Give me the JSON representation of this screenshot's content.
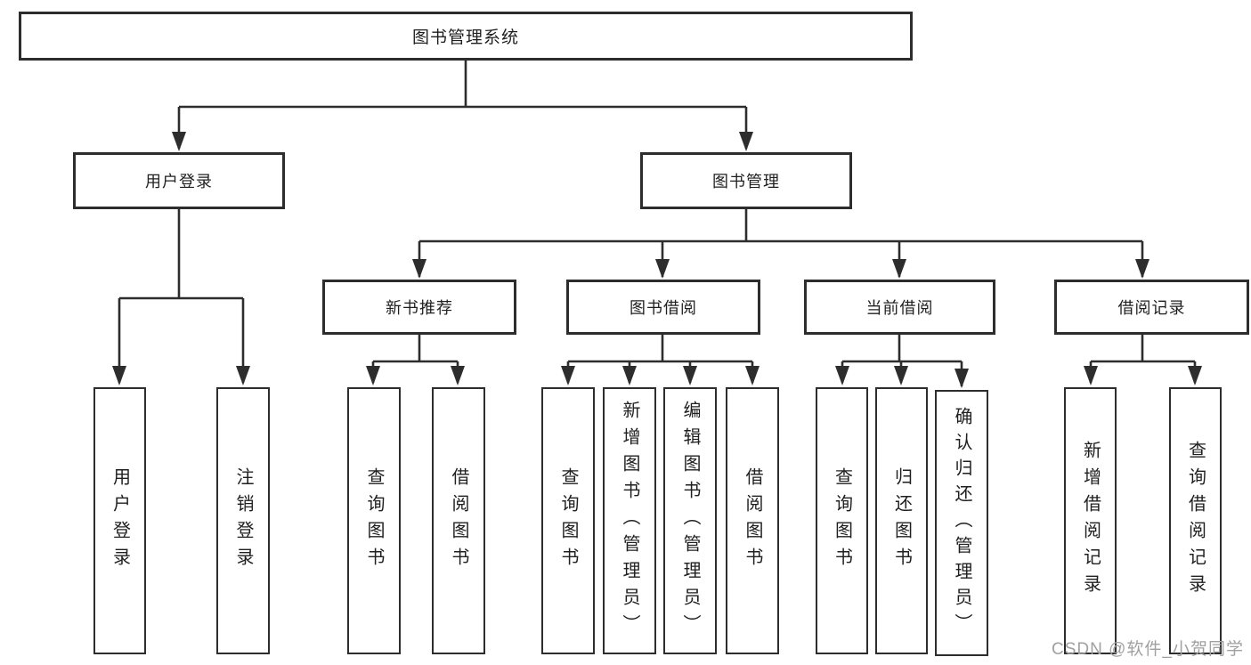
{
  "tree": {
    "root": {
      "label": "图书管理系统",
      "children": [
        {
          "label": "用户登录",
          "children": [
            {
              "label": "用户登录"
            },
            {
              "label": "注销登录"
            }
          ]
        },
        {
          "label": "图书管理",
          "children": [
            {
              "label": "新书推荐",
              "children": [
                {
                  "label": "查询图书"
                },
                {
                  "label": "借阅图书"
                }
              ]
            },
            {
              "label": "图书借阅",
              "children": [
                {
                  "label": "查询图书"
                },
                {
                  "label": "新增图书（管理员）"
                },
                {
                  "label": "编辑图书（管理员）"
                },
                {
                  "label": "借阅图书"
                }
              ]
            },
            {
              "label": "当前借阅",
              "children": [
                {
                  "label": "查询图书"
                },
                {
                  "label": "归还图书"
                },
                {
                  "label": "确认归还（管理员）"
                }
              ]
            },
            {
              "label": "借阅记录",
              "children": [
                {
                  "label": "新增借阅记录"
                },
                {
                  "label": "查询借阅记录"
                }
              ]
            }
          ]
        }
      ]
    }
  },
  "watermark": {
    "text": "CSDN @软件_小贺同学"
  },
  "colors": {
    "line": "#2d2d2d",
    "border": "#2d2d2d",
    "text": "#1f1f1f",
    "watermark": "#a0a0a0",
    "background": "#ffffff"
  }
}
